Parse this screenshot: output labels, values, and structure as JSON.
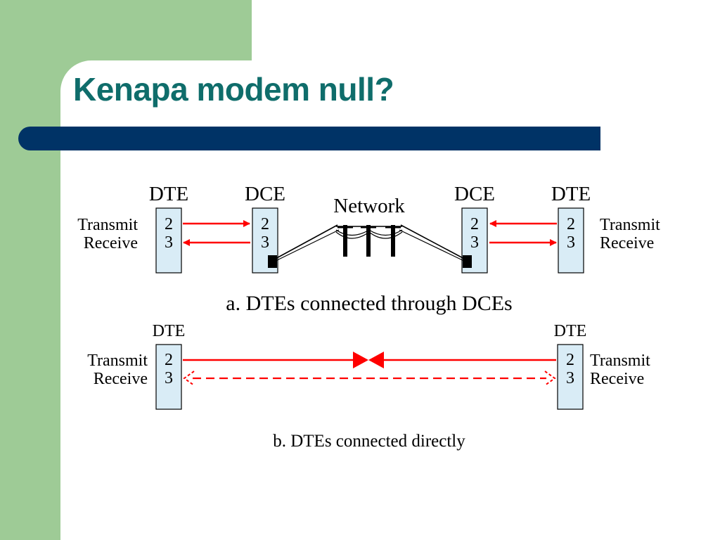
{
  "slide": {
    "title": "Kenapa modem null?",
    "colors": {
      "green_panel": "#9ecb96",
      "title": "#0f6d6b",
      "bar": "#003366",
      "signal": "#ff0000",
      "box_fill": "#d9ecf6"
    }
  },
  "diagram_a": {
    "dte_left_label": "DTE",
    "dce_left_label": "DCE",
    "network_label": "Network",
    "dce_right_label": "DCE",
    "dte_right_label": "DTE",
    "transmit_left": "Transmit",
    "receive_left": "Receive",
    "transmit_right": "Transmit",
    "receive_right": "Receive",
    "pin2": "2",
    "pin3": "3",
    "caption": "a. DTEs connected through DCEs"
  },
  "diagram_b": {
    "dte_left_label": "DTE",
    "dte_right_label": "DTE",
    "transmit_left": "Transmit",
    "receive_left": "Receive",
    "transmit_right": "Transmit",
    "receive_right": "Receive",
    "pin2": "2",
    "pin3": "3",
    "caption": "b. DTEs connected directly"
  }
}
